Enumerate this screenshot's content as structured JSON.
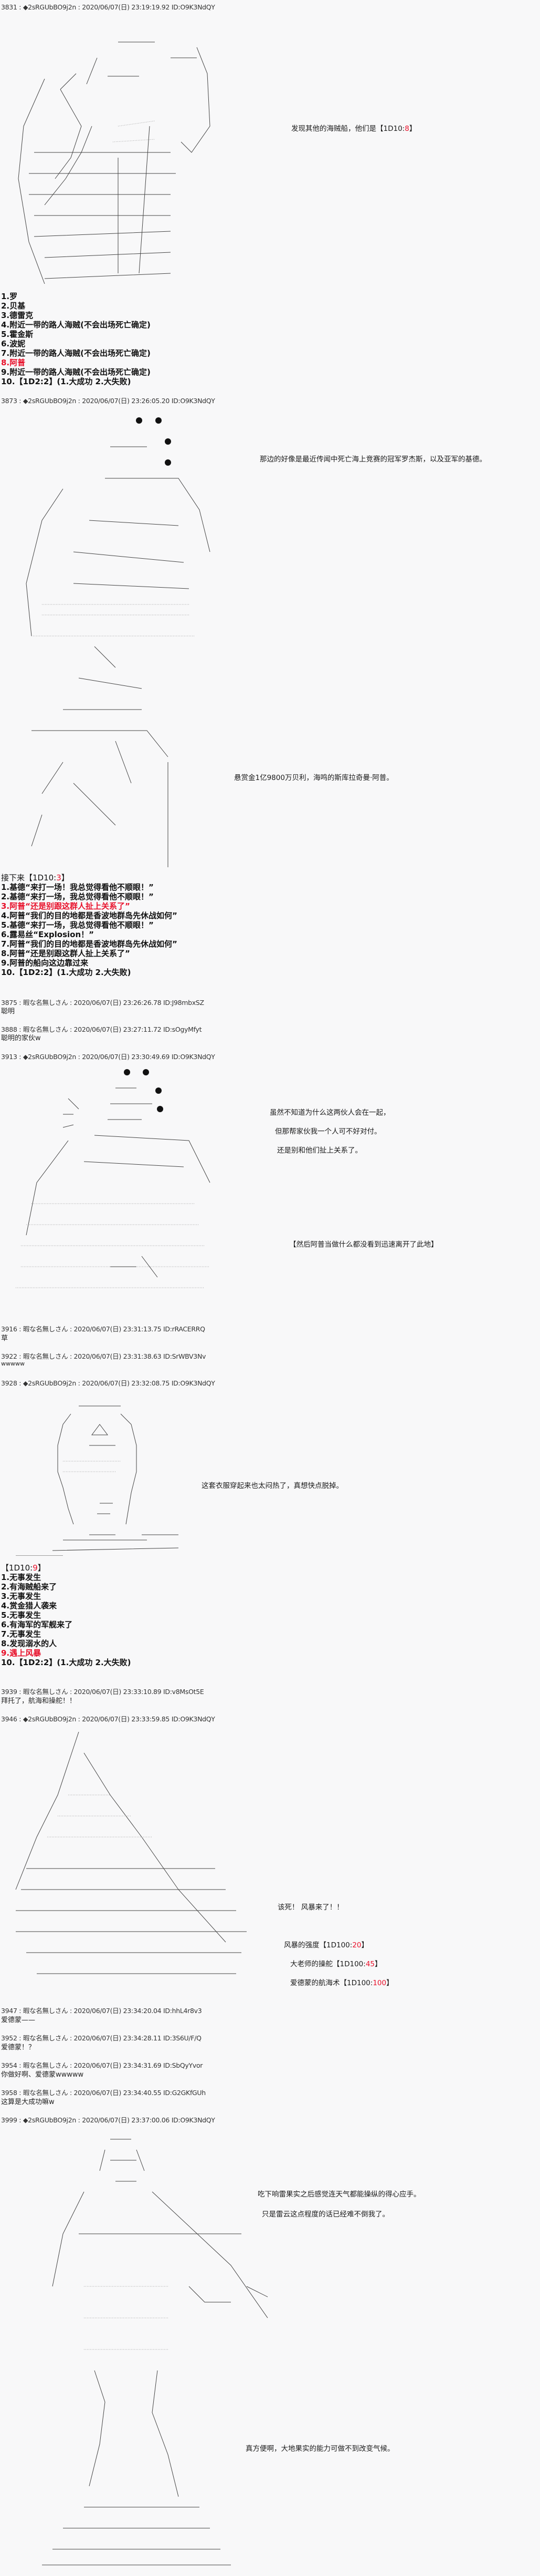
{
  "posts": [
    {
      "header": "3831 : ◆2sRGUbBO9j2n : 2020/06/07(日) 23:19:19.92 ID:O9K3NdQY",
      "say": {
        "prefix": "发现其他的海贼船，他们是【1D10:",
        "roll": "8",
        "suffix": "】"
      },
      "list": [
        "1.罗",
        "2.贝基",
        "3.德雷克",
        "4.附近一带的路人海贼(不会出场死亡确定)",
        "5.霍金斯",
        "6.波妮",
        "7.附近一带的路人海贼(不会出场死亡确定)",
        "8.阿普",
        "9.附近一带的路人海贼(不会出场死亡确定)",
        "10.【1D2:2】(1.大成功 2.大失败)"
      ],
      "highlight_index": 7
    },
    {
      "header": "3873 : ◆2sRGUbBO9j2n : 2020/06/07(日) 23:26:05.20 ID:O9K3NdQY",
      "say1": "那边的好像是最近传闻中死亡海上竞赛的冠军罗杰斯，以及亚军的基德。",
      "say2": "悬赏金1亿9800万贝利，海鸣的斯库拉奇曼·阿普。",
      "list_title": {
        "prefix": "接下来【1D10:",
        "roll": "3",
        "suffix": "】"
      },
      "list": [
        "1.基德“来打一场！我总觉得看他不顺眼！”",
        "2.基德“来打一场，我总觉得看他不顺眼！”",
        "3.阿普“还是别跟这群人扯上关系了”",
        "4.阿普“我们的目的地都是香波地群岛先休战如何”",
        "5.基德“来打一场，我总觉得看他不顺眼！”",
        "6.露易丝“Explosion！”",
        "7.阿普“我们的目的地都是香波地群岛先休战如何”",
        "8.阿普“还是别跟这群人扯上关系了”",
        "9.阿普的船向这边靠过来",
        "10.【1D2:2】(1.大成功 2.大失败)"
      ],
      "highlight_index": 2
    },
    {
      "header": "3875 : 暇な名無しさん : 2020/06/07(日) 23:26:26.78 ID:J98mbxSZ",
      "body": "聪明"
    },
    {
      "header": "3888 : 暇な名無しさん : 2020/06/07(日) 23:27:11.72 ID:sOgyMfyt",
      "body": "聪明的家伙w"
    },
    {
      "header": "3913 : ◆2sRGUbBO9j2n : 2020/06/07(日) 23:30:49.69 ID:O9K3NdQY",
      "lines": [
        "虽然不知道为什么这两伙人会在一起，",
        "但那帮家伙我一个人可不好对付。",
        "还是别和他们扯上关系了。",
        "【然后阿普当做什么都没看到迅速离开了此地】"
      ]
    },
    {
      "header": "3916 : 暇な名無しさん : 2020/06/07(日) 23:31:13.75 ID:rRACERRQ",
      "body": "草"
    },
    {
      "header": "3922 : 暇な名無しさん : 2020/06/07(日) 23:31:38.63 ID:SrWBV3Nv",
      "body": "wwwww"
    },
    {
      "header": "3928 : ◆2sRGUbBO9j2n : 2020/06/07(日) 23:32:08.75 ID:O9K3NdQY",
      "say": "这套衣服穿起来也太闷热了，真想快点脱掉。",
      "list_title": {
        "prefix": "【1D10:",
        "roll": "9",
        "suffix": "】"
      },
      "list": [
        "1.无事发生",
        "2.有海贼船来了",
        "3.无事发生",
        "4.赏金猎人袭来",
        "5.无事发生",
        "6.有海军的军舰来了",
        "7.无事发生",
        "8.发现溺水的人",
        "9.遇上风暴",
        "10.【1D2:2】(1.大成功 2.大失败)"
      ],
      "highlight_index": 8
    },
    {
      "header": "3939 : 暇な名無しさん : 2020/06/07(日) 23:33:10.89 ID:v8MsOt5E",
      "body": "拜托了，航海和操舵！！"
    },
    {
      "header": "3946 : ◆2sRGUbBO9j2n : 2020/06/07(日) 23:33:59.85 ID:O9K3NdQY",
      "say": "该死！ 风暴来了！！",
      "rolls": [
        {
          "prefix": "风暴的强度【1D100:",
          "roll": "20",
          "suffix": "】"
        },
        {
          "prefix": "大老师的操舵【1D100:",
          "roll": "45",
          "suffix": "】"
        },
        {
          "prefix": "爱德蒙的航海术【1D100:",
          "roll": "100",
          "suffix": "】"
        }
      ]
    },
    {
      "header": "3947 : 暇な名無しさん : 2020/06/07(日) 23:34:20.04 ID:hhL4r8v3",
      "body": "爱德蒙——"
    },
    {
      "header": "3952 : 暇な名無しさん : 2020/06/07(日) 23:34:28.11 ID:3S6U/F/Q",
      "body": "爱德蒙！？"
    },
    {
      "header": "3954 : 暇な名無しさん : 2020/06/07(日) 23:34:31.69 ID:SbQyYvor",
      "body": "你做好啊、爱德蒙wwwww"
    },
    {
      "header": "3958 : 暇な名無しさん : 2020/06/07(日) 23:34:40.55 ID:G2GKfGUh",
      "body": "这算是大成功嘛w"
    },
    {
      "header": "3999 : ◆2sRGUbBO9j2n : 2020/06/07(日) 23:37:00.06 ID:O9K3NdQY",
      "lines": [
        "吃下响雷果实之后感觉连天气都能操纵的得心应手。",
        "只是雷云这点程度的话已经难不倒我了。",
        "真方便啊，大地果实的能力可做不到改变气候。"
      ]
    }
  ],
  "colors": {
    "roll": "#e8102a",
    "text": "#111111",
    "background": "#f8f8f9"
  }
}
